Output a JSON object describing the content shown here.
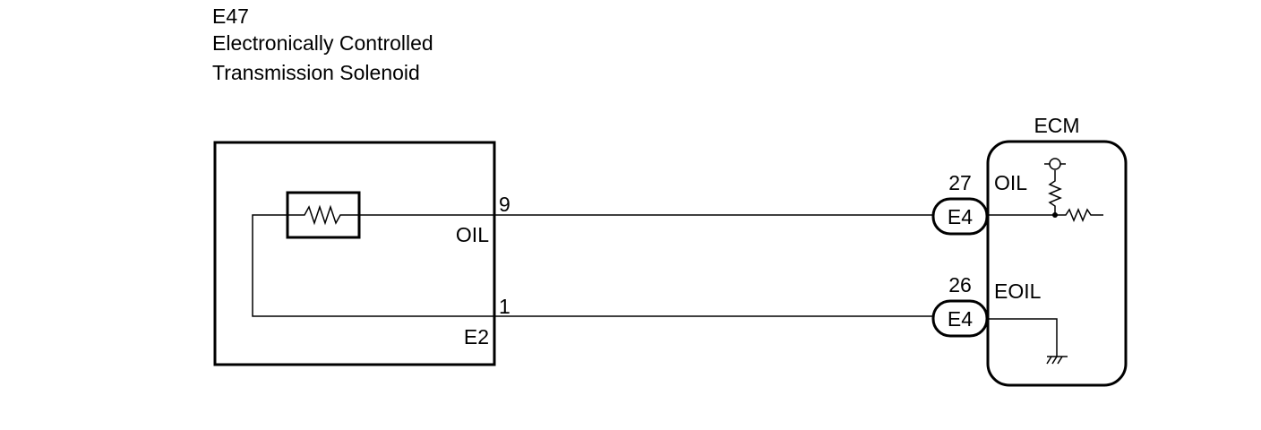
{
  "component": {
    "id": "E47",
    "name_line1": "Electronically Controlled",
    "name_line2": "Transmission Solenoid"
  },
  "solenoid_pins": [
    {
      "number": "9",
      "name": "OIL"
    },
    {
      "number": "1",
      "name": "E2"
    }
  ],
  "ecm": {
    "label": "ECM",
    "terminals": [
      {
        "pin": "27",
        "connector": "E4",
        "name": "OIL"
      },
      {
        "pin": "26",
        "connector": "E4",
        "name": "EOIL"
      }
    ]
  },
  "colors": {
    "line": "#000000",
    "background": "#ffffff"
  }
}
